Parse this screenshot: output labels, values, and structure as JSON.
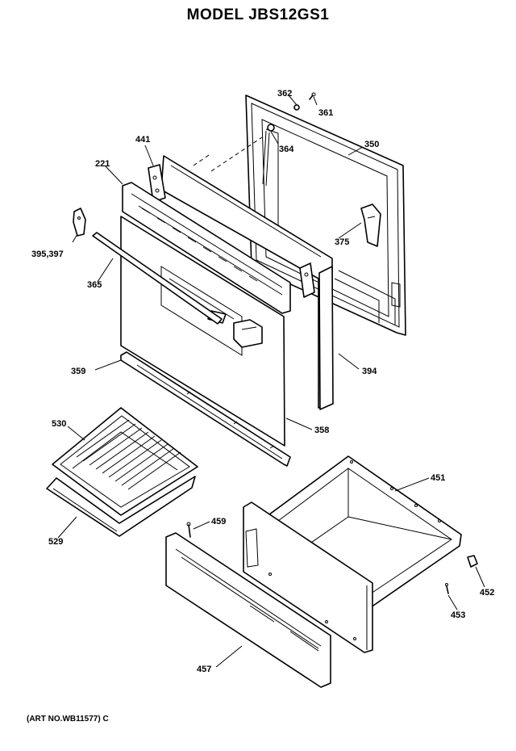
{
  "title": "MODEL JBS12GS1",
  "art_number": "(ART NO.WB11577) C",
  "callouts": {
    "p362": "362",
    "p361": "361",
    "p364": "364",
    "p350": "350",
    "p441": "441",
    "p221": "221",
    "p395_397": "395,397",
    "p375": "375",
    "p365": "365",
    "p359": "359",
    "p394": "394",
    "p358": "358",
    "p530": "530",
    "p451": "451",
    "p459": "459",
    "p529": "529",
    "p452": "452",
    "p453": "453",
    "p457": "457"
  }
}
